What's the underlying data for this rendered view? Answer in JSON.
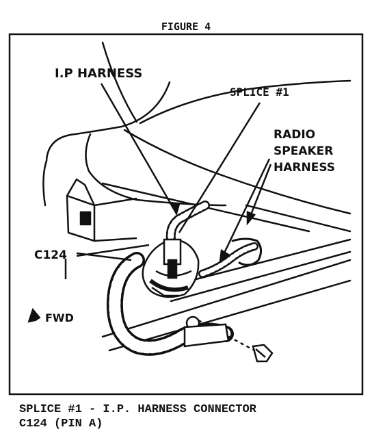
{
  "figure_title": "FIGURE 4",
  "labels": {
    "ip_harness": "I.P HARNESS",
    "splice": "SPLICE #1",
    "radio_line1": "RADIO",
    "radio_line2": "SPEAKER",
    "radio_line3": "HARNESS",
    "c124": "C124",
    "fwd": "FWD"
  },
  "caption": {
    "line1": "SPLICE #1 - I.P. HARNESS CONNECTOR",
    "line2": "C124 (PIN A)"
  }
}
